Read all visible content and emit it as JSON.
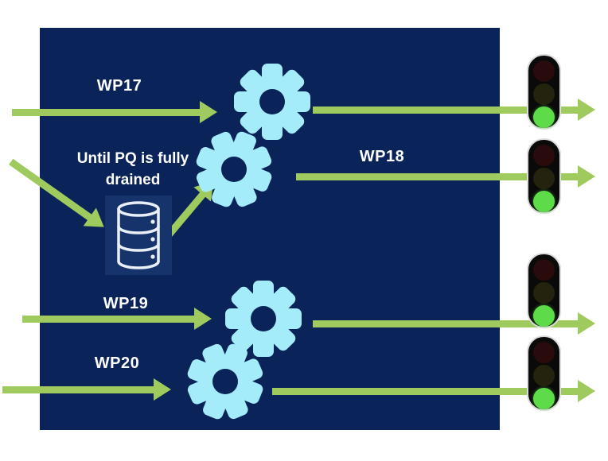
{
  "diagram": {
    "note": "Until PQ is fully drained",
    "flows": [
      {
        "label": "WP17",
        "status": "green"
      },
      {
        "label": "WP18",
        "status": "green"
      },
      {
        "label": "WP19",
        "status": "green"
      },
      {
        "label": "WP20",
        "status": "green"
      }
    ],
    "traffic_lights": [
      {
        "red": "off",
        "yellow": "off",
        "green": "on"
      },
      {
        "red": "off",
        "yellow": "off",
        "green": "on"
      },
      {
        "red": "off",
        "yellow": "off",
        "green": "on"
      },
      {
        "red": "off",
        "yellow": "off",
        "green": "on"
      }
    ],
    "icons": {
      "processor": "gear-icon",
      "queue": "database-icon",
      "status": "traffic-light-icon",
      "flow": "arrow-icon"
    },
    "colors": {
      "panel_navy": "#0a2459",
      "gear_cyan": "#a4ecfa",
      "arrow_green": "#9fcb5e",
      "light_green_on": "#5edb49",
      "light_red_off": "#2a0b0b",
      "light_yellow_off": "#24230e",
      "light_body": "#0a0a0a",
      "text_white": "#ffffff"
    }
  }
}
